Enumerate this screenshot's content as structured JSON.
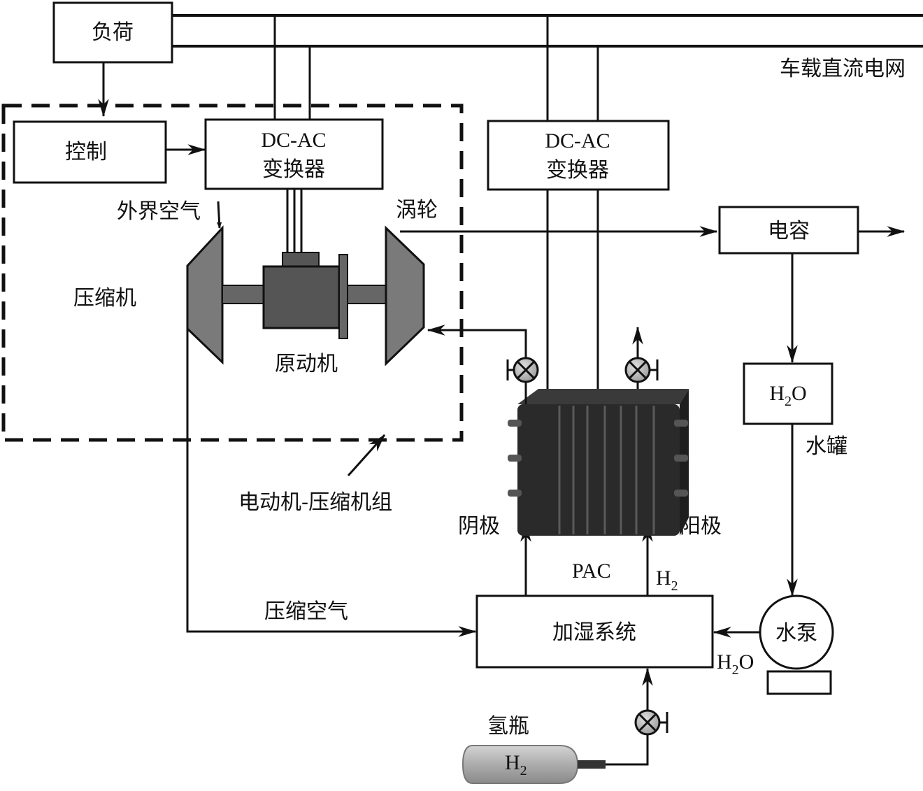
{
  "labels": {
    "load": "负荷",
    "dc_grid": "车载直流电网",
    "control": "控制",
    "converter1": [
      "DC-AC",
      "变换器"
    ],
    "converter2": [
      "DC-AC",
      "变换器"
    ],
    "ambient_air": "外界空气",
    "turbine": "涡轮",
    "compressor": "压缩机",
    "prime_mover": "原动机",
    "motor_compressor_unit": "电动机-压缩机组",
    "capacitor": "电容",
    "water_tank_content": {
      "base": "H",
      "sub": "2",
      "tail": "O"
    },
    "water_tank": "水罐",
    "cathode": "阴极",
    "anode": "阳极",
    "pac": "PAC",
    "h2_label": {
      "base": "H",
      "sub": "2"
    },
    "compressed_air": "压缩空气",
    "humidifier": "加湿系统",
    "pump": "水泵",
    "pump_h2o": {
      "base": "H",
      "sub": "2",
      "tail": "O"
    },
    "h2_bottle": "氢瓶",
    "bottle_h2": {
      "base": "H",
      "sub": "2"
    }
  },
  "colors": {
    "line": "#111111",
    "machine": "#7a7a7a",
    "motor": "#555555",
    "stack": "#2a2a2a",
    "valve": "#b5b5b5",
    "bottle": "#a8a8a8"
  }
}
